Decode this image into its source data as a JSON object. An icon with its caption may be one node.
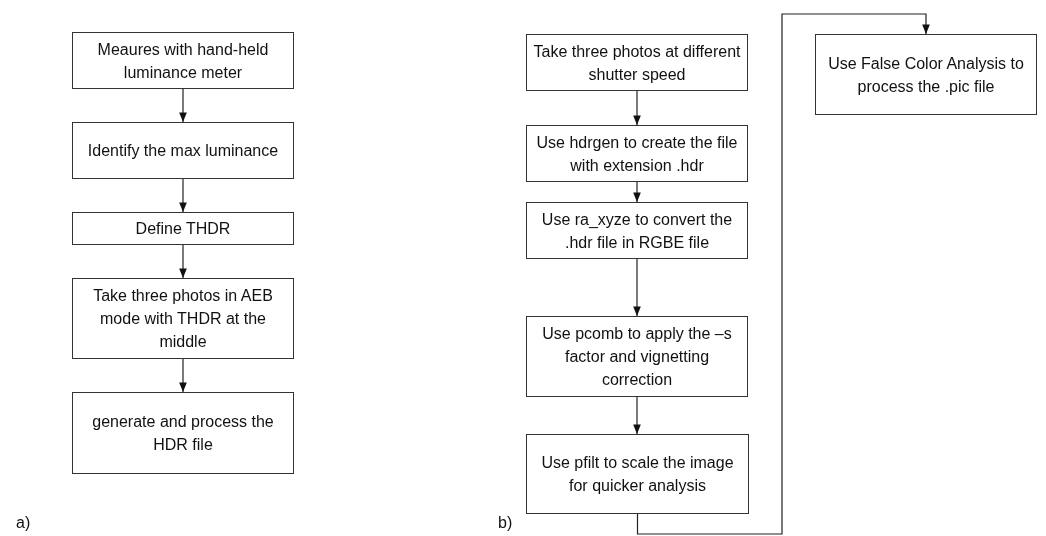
{
  "diagram": {
    "nodes": [
      {
        "text": [
          "Meaures with hand-held luminance meter"
        ]
      },
      {
        "text": [
          "Identify the max luminance"
        ]
      },
      {
        "text": [
          "Define THDR"
        ]
      },
      {
        "text": [
          "Take three photos in AEB mode with THDR at the middle"
        ]
      },
      {
        "text": [
          "generate and process the HDR file"
        ]
      },
      {
        "text": [
          "Take three photos at different shutter speed"
        ]
      },
      {
        "text": [
          "Use hdrgen to create the file with extension .hdr"
        ]
      },
      {
        "text": [
          "Use ra_xyze to convert the .hdr file in RGBE file"
        ]
      },
      {
        "text": [
          "Use pcomb to apply the –s factor and vignetting correction"
        ]
      },
      {
        "text": [
          "Use pfilt to scale the image for quicker analysis"
        ]
      },
      {
        "text": [
          "Use False Color Analysis to process the .pic file"
        ]
      }
    ],
    "edges": [
      {
        "from": 0,
        "to": 1,
        "arrow": "to"
      },
      {
        "from": 1,
        "to": 2,
        "arrow": "to"
      },
      {
        "from": 2,
        "to": 3,
        "arrow": "to"
      },
      {
        "from": 3,
        "to": 4,
        "arrow": "to"
      },
      {
        "from": 5,
        "to": 6,
        "arrow": "to"
      },
      {
        "from": 6,
        "to": 7,
        "arrow": "to"
      },
      {
        "from": 7,
        "to": 8,
        "arrow": "to"
      },
      {
        "from": 8,
        "to": 9,
        "arrow": "to"
      },
      {
        "from": 9,
        "to": 10,
        "arrow": "to"
      }
    ],
    "labels": [
      "a)",
      "b)"
    ]
  }
}
